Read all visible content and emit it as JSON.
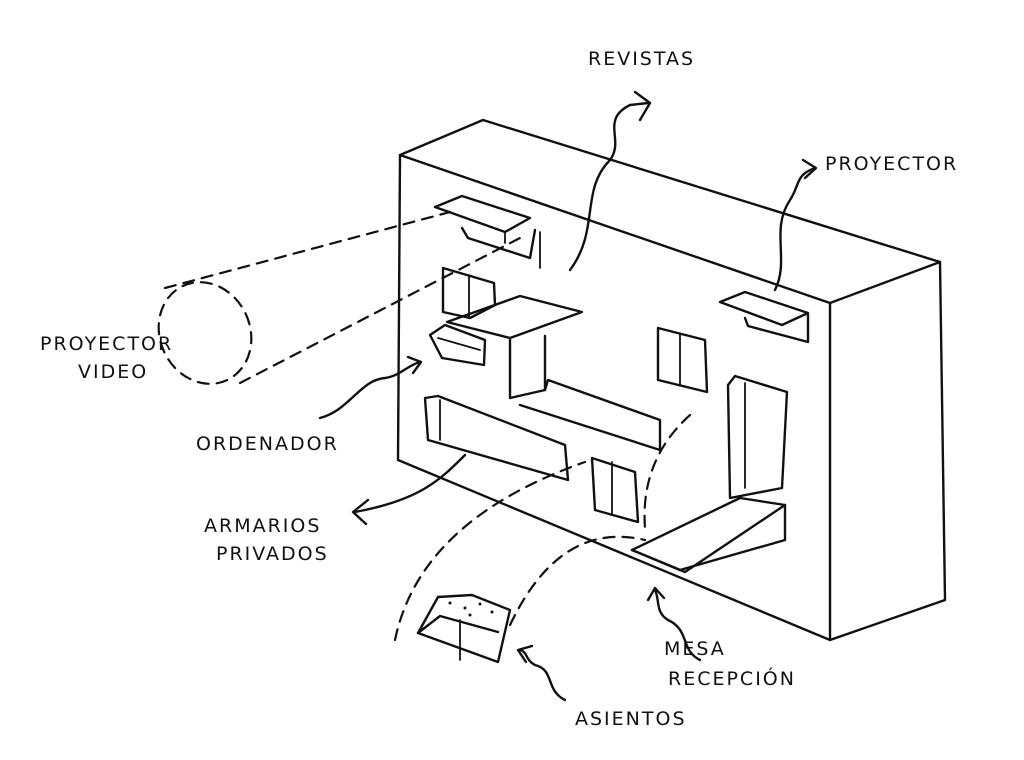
{
  "labels": {
    "revistas": "REVISTAS",
    "proyector": "PROYECTOR",
    "proyector_video_line1": "PROYECTOR",
    "proyector_video_line2": "VIDEO",
    "ordenador": "ORDENADOR",
    "armarios_line1": "ARMARIOS",
    "armarios_line2": "PRIVADOS",
    "mesa_line1": "MESA",
    "mesa_line2": "RECEPCIÓN",
    "asientos": "ASIENTOS"
  },
  "colors": {
    "ink": "#111111",
    "paper": "#ffffff"
  }
}
